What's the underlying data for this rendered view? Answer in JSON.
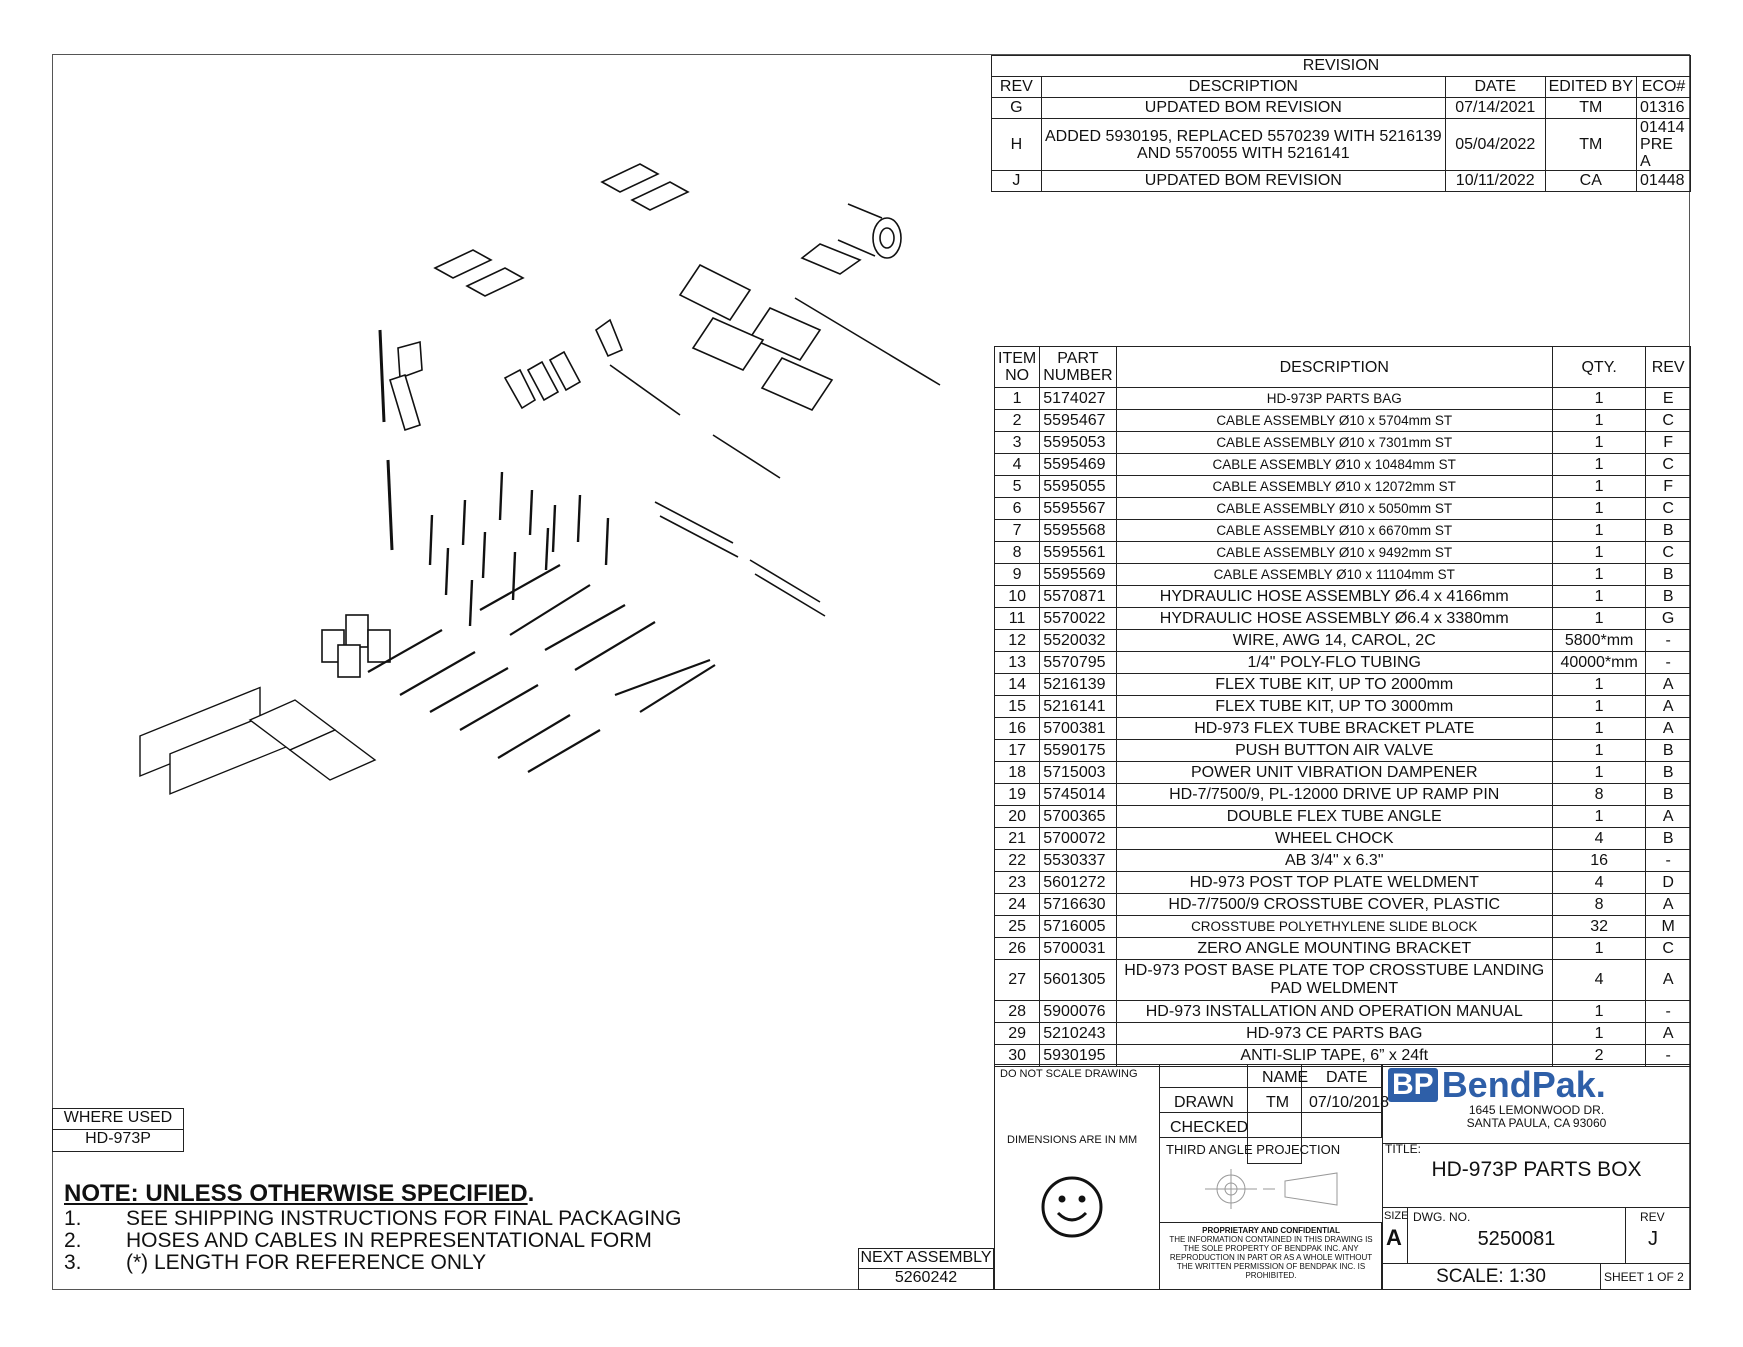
{
  "revision": {
    "title": "REVISION",
    "headers": [
      "REV",
      "DESCRIPTION",
      "DATE",
      "EDITED BY",
      "ECO#"
    ],
    "rows": [
      [
        "G",
        "UPDATED BOM REVISION",
        "07/14/2021",
        "TM",
        "01316"
      ],
      [
        "H",
        "ADDED 5930195, REPLACED 5570239 WITH 5216139 AND 5570055 WITH 5216141",
        "05/04/2022",
        "TM",
        "01414 PRE A"
      ],
      [
        "J",
        "UPDATED BOM REVISION",
        "10/11/2022",
        "CA",
        "01448"
      ]
    ]
  },
  "bom": {
    "headers": [
      "ITEM NO",
      "PART NUMBER",
      "DESCRIPTION",
      "QTY.",
      "REV"
    ],
    "rows": [
      [
        "1",
        "5174027",
        "HD-973P PARTS BAG",
        "1",
        "E"
      ],
      [
        "2",
        "5595467",
        "CABLE ASSEMBLY Ø10 x 5704mm ST",
        "1",
        "C"
      ],
      [
        "3",
        "5595053",
        "CABLE ASSEMBLY Ø10 x 7301mm ST",
        "1",
        "F"
      ],
      [
        "4",
        "5595469",
        "CABLE ASSEMBLY Ø10 x 10484mm ST",
        "1",
        "C"
      ],
      [
        "5",
        "5595055",
        "CABLE ASSEMBLY Ø10 x 12072mm ST",
        "1",
        "F"
      ],
      [
        "6",
        "5595567",
        "CABLE ASSEMBLY Ø10 x 5050mm ST",
        "1",
        "C"
      ],
      [
        "7",
        "5595568",
        "CABLE ASSEMBLY Ø10 x 6670mm ST",
        "1",
        "B"
      ],
      [
        "8",
        "5595561",
        "CABLE ASSEMBLY Ø10 x 9492mm ST",
        "1",
        "C"
      ],
      [
        "9",
        "5595569",
        "CABLE ASSEMBLY Ø10 x 11104mm ST",
        "1",
        "B"
      ],
      [
        "10",
        "5570871",
        "HYDRAULIC HOSE ASSEMBLY Ø6.4 x 4166mm",
        "1",
        "B"
      ],
      [
        "11",
        "5570022",
        "HYDRAULIC HOSE ASSEMBLY Ø6.4 x 3380mm",
        "1",
        "G"
      ],
      [
        "12",
        "5520032",
        "WIRE, AWG 14, CAROL, 2C",
        "5800*mm",
        "-"
      ],
      [
        "13",
        "5570795",
        "1/4\" POLY-FLO TUBING",
        "40000*mm",
        "-"
      ],
      [
        "14",
        "5216139",
        "FLEX TUBE KIT, UP TO 2000mm",
        "1",
        "A"
      ],
      [
        "15",
        "5216141",
        "FLEX TUBE KIT, UP TO 3000mm",
        "1",
        "A"
      ],
      [
        "16",
        "5700381",
        "HD-973 FLEX TUBE BRACKET PLATE",
        "1",
        "A"
      ],
      [
        "17",
        "5590175",
        "PUSH BUTTON AIR VALVE",
        "1",
        "B"
      ],
      [
        "18",
        "5715003",
        "POWER UNIT VIBRATION DAMPENER",
        "1",
        "B"
      ],
      [
        "19",
        "5745014",
        "HD-7/7500/9, PL-12000 DRIVE UP RAMP PIN",
        "8",
        "B"
      ],
      [
        "20",
        "5700365",
        "DOUBLE FLEX TUBE ANGLE",
        "1",
        "A"
      ],
      [
        "21",
        "5700072",
        "WHEEL CHOCK",
        "4",
        "B"
      ],
      [
        "22",
        "5530337",
        "AB 3/4\" x 6.3\"",
        "16",
        "-"
      ],
      [
        "23",
        "5601272",
        "HD-973 POST TOP PLATE WELDMENT",
        "4",
        "D"
      ],
      [
        "24",
        "5716630",
        "HD-7/7500/9 CROSSTUBE COVER, PLASTIC",
        "8",
        "A"
      ],
      [
        "25",
        "5716005",
        "CROSSTUBE POLYETHYLENE SLIDE BLOCK",
        "32",
        "M"
      ],
      [
        "26",
        "5700031",
        "ZERO ANGLE MOUNTING BRACKET",
        "1",
        "C"
      ],
      [
        "27",
        "5601305",
        "HD-973 POST BASE PLATE TOP CROSSTUBE LANDING PAD WELDMENT",
        "4",
        "A"
      ],
      [
        "28",
        "5900076",
        "HD-973 INSTALLATION AND OPERATION MANUAL",
        "1",
        "-"
      ],
      [
        "29",
        "5210243",
        "HD-973 CE PARTS BAG",
        "1",
        "A"
      ],
      [
        "30",
        "5930195",
        "ANTI-SLIP TAPE, 6” x 24ft",
        "2",
        "-"
      ]
    ]
  },
  "title_block": {
    "do_not_scale": "DO NOT SCALE DRAWING",
    "name_label": "NAME",
    "date_label": "DATE",
    "drawn_label": "DRAWN",
    "drawn_name": "TM",
    "drawn_date": "07/10/2018",
    "checked_label": "CHECKED",
    "dimensions_note": "DIMENSIONS ARE IN MM",
    "projection": "THIRD ANGLE PROJECTION",
    "proprietary_title": "PROPRIETARY AND CONFIDENTIAL",
    "proprietary_text": "THE INFORMATION CONTAINED IN THIS DRAWING IS THE SOLE PROPERTY OF BENDPAK INC. ANY REPRODUCTION IN PART OR AS A WHOLE WITHOUT THE WRITTEN PERMISSION OF BENDPAK INC. IS PROHIBITED.",
    "logo_bp": "BP",
    "logo_name": "BendPak.",
    "address1": "1645 LEMONWOOD DR.",
    "address2": "SANTA PAULA, CA 93060",
    "title_label": "TITLE:",
    "title": "HD-973P PARTS BOX",
    "size_label": "SIZE",
    "size": "A",
    "dwg_label": "DWG. NO.",
    "dwg_no": "5250081",
    "rev_label": "REV",
    "rev": "J",
    "scale": "SCALE: 1:30",
    "sheet": "SHEET 1 OF 2"
  },
  "where_used": {
    "label": "WHERE USED",
    "value": "HD-973P"
  },
  "next_assembly": {
    "label": "NEXT ASSEMBLY",
    "value": "5260242"
  },
  "notes": {
    "title": "NOTE: UNLESS OTHERWISE SPECIFIED",
    "items": [
      {
        "num": "1.",
        "text": "SEE SHIPPING INSTRUCTIONS FOR FINAL PACKAGING"
      },
      {
        "num": "2.",
        "text": "HOSES AND CABLES IN REPRESENTATIONAL FORM"
      },
      {
        "num": "3.",
        "text": "(*) LENGTH FOR REFERENCE ONLY"
      }
    ]
  },
  "colors": {
    "brand_blue": "#2e5fa8",
    "brand_gray": "#8a96a6",
    "line": "#222222"
  }
}
